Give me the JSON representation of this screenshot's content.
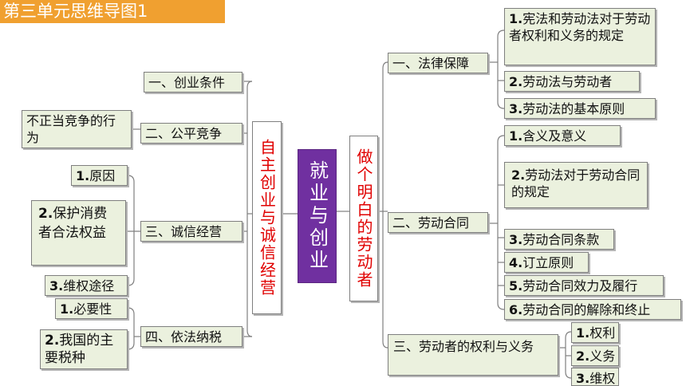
{
  "title": "第三单元思维导图1",
  "center": "就业与创业",
  "left_branch": {
    "label": "自主创业与诚信经营",
    "children": {
      "c1": "一、创业条件",
      "c2": "二、公平竞争",
      "c2_sub": "不正当竞争的行为",
      "c3": "三、诚信经营",
      "c3_subs": [
        {
          "num": "1.",
          "text": "原因"
        },
        {
          "num": "2.",
          "text": "保护消费者合法权益"
        },
        {
          "num": "3.",
          "text": "维权途径"
        }
      ],
      "c4": "四、依法纳税",
      "c4_subs": [
        {
          "num": "1.",
          "text": "必要性"
        },
        {
          "num": "2.",
          "text": "我国的主要税种"
        }
      ]
    }
  },
  "right_branch": {
    "label": "做个明白的劳动者",
    "children": {
      "r1": "一、法律保障",
      "r1_subs": [
        {
          "num": "1.",
          "text": "宪法和劳动法对于劳动者权利和义务的规定"
        },
        {
          "num": "2.",
          "text": "劳动法与劳动者"
        },
        {
          "num": "3.",
          "text": "劳动法的基本原则"
        }
      ],
      "r2": "二、劳动合同",
      "r2_subs": [
        {
          "num": "1.",
          "text": "含义及意义"
        },
        {
          "num": "2.",
          "text": "劳动法对于劳动合同的规定"
        },
        {
          "num": "3.",
          "text": "劳动合同条款"
        },
        {
          "num": "4.",
          "text": "订立原则"
        },
        {
          "num": "5.",
          "text": "劳动合同效力及履行"
        },
        {
          "num": "6.",
          "text": "劳动合同的解除和终止"
        }
      ],
      "r3": "三、劳动者的权利与义务",
      "r3_subs": [
        {
          "num": "1.",
          "text": "权利"
        },
        {
          "num": "2.",
          "text": "义务"
        },
        {
          "num": "3.",
          "text": "维权"
        }
      ]
    }
  }
}
